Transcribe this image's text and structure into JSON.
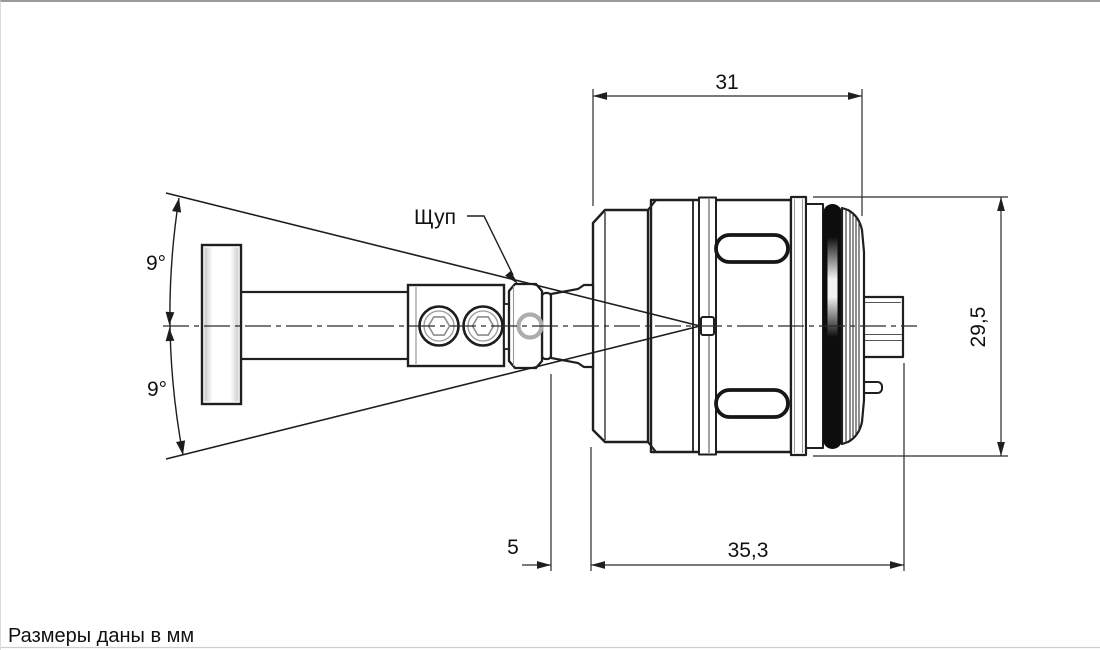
{
  "meta": {
    "caption": "Размеры даны в мм",
    "type": "technical-dimension-drawing",
    "units": "мм"
  },
  "labels": {
    "stylus": "Щуп"
  },
  "dimensions": {
    "top_width_mm": "31",
    "body_diameter_mm": "29,5",
    "rear_length_mm": "35,3",
    "stylus_offset_mm": "5",
    "angle_upper": "9°",
    "angle_lower": "9°"
  },
  "colors": {
    "outline": "#1f1f1f",
    "thin_line": "#333333",
    "dim_line": "#2a2a2a",
    "o_ring": "#0d0d0d",
    "shading": "#dcdcdc",
    "screw_ring": "#9a9a9a",
    "border_top": "#9a9a9a",
    "border_bottom": "#cfcfcf",
    "background": "#ffffff"
  }
}
